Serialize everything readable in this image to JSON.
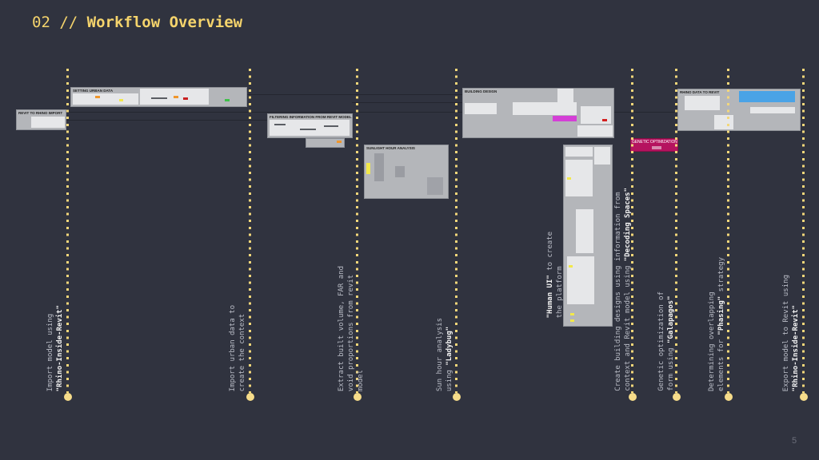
{
  "header": {
    "number": "02 // ",
    "title": "Workflow Overview"
  },
  "colors": {
    "background": "#30333f",
    "accent": "#f5d46c",
    "panel": "#b4b6ba",
    "genetic_panel": "#b5135f",
    "highlight_blue": "#4aa3e6",
    "highlight_magenta": "#d43fd6"
  },
  "panels": {
    "revit_import": "REVIT TO RHINO IMPORT",
    "urban_data": "SETTING URBAN DATA",
    "filtering": "FILTERING INFORMATION FROM REVIT MODEL",
    "sunlight": "SUNLIGHT HOUR ANALYSIS",
    "building_design": "BUILDING DESIGN",
    "genetic": "GENETIC OPTIMIZATION",
    "rhino_to_revit": "RHINO DATA TO REVIT"
  },
  "steps": [
    {
      "l1": "Import model using",
      "l2b": "\"Rhino-Inside-Revit\""
    },
    {
      "l1": "Import urban data to",
      "l2": "create the context"
    },
    {
      "l1": "Extract built volume, FAR and",
      "l2": "void proportions from revit",
      "l3": "model"
    },
    {
      "l1": "Sun hour analysis",
      "l2": "using ",
      "l2b": "\"Ladybug\""
    },
    {
      "l1b": "\"Human UI\"",
      "l1": " to create",
      "l2": "the platform"
    },
    {
      "l1": "Create building designs using information from",
      "l2": "context and Revit model using ",
      "l2b": "\"Decoding Spaces\""
    },
    {
      "l1": "Genetic optimization of",
      "l2": "form using ",
      "l2b": "\"Galapagos\""
    },
    {
      "l1": "Determining overlapping",
      "l2": "elements for ",
      "l2b": "\"Phasing\"",
      "l2c": " strategy"
    },
    {
      "l1": "Export model to Revit using",
      "l2b": "\"Rhino-Inside-Revit\""
    }
  ],
  "page_number": "5"
}
